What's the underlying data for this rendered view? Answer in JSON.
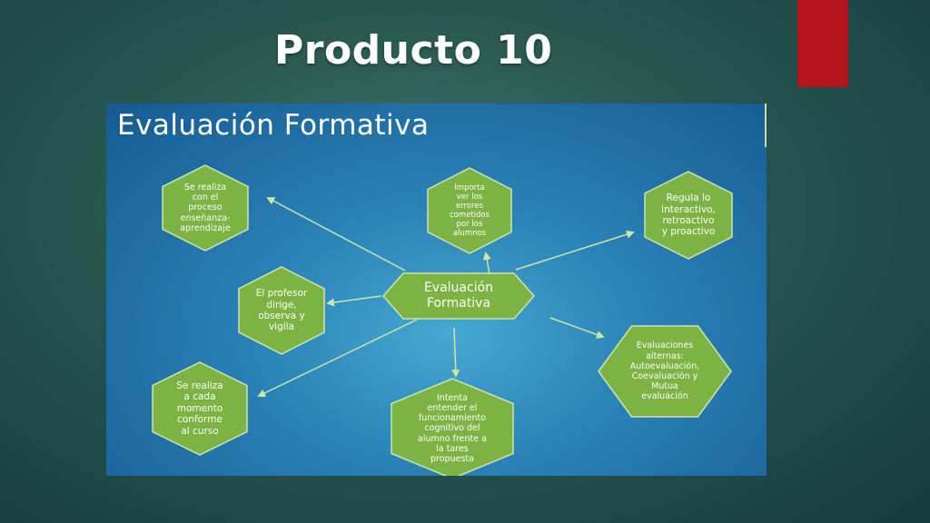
{
  "slide": {
    "title": "Producto 10"
  },
  "diagram": {
    "heading": "Evaluación Formativa",
    "center": {
      "label": "Evaluación\nFormativa"
    },
    "nodes": [
      {
        "id": "n1",
        "label": "Se realiza\ncon el\nproceso\nenseñanza-\naprendizaje"
      },
      {
        "id": "n2",
        "label": "Importa\nver los\nerrores\ncometidos\npor los\nalumnos"
      },
      {
        "id": "n3",
        "label": "Regula lo\ninteractivo,\nretroactivo\ny proactivo"
      },
      {
        "id": "n4",
        "label": "El profesor\ndirige,\nobserva y\nvigila"
      },
      {
        "id": "n5",
        "label": "Evaluaciones\nalternas:\nAutoevaluación,\nCoevaluación y\nMutua\nevaluación"
      },
      {
        "id": "n6",
        "label": "Se realiza\na cada\nmomento\nconforme\nal curso"
      },
      {
        "id": "n7",
        "label": "Intenta\nentender el\nfuncionamiento\ncognitivo del\nalumno frente a\nla tares\npropuesta"
      }
    ]
  },
  "colors": {
    "hexagon_fill": "#7cb342",
    "hexagon_stroke": "#cfe3b3",
    "arrow": "#cfe6a5",
    "accent": "#b3141b"
  }
}
